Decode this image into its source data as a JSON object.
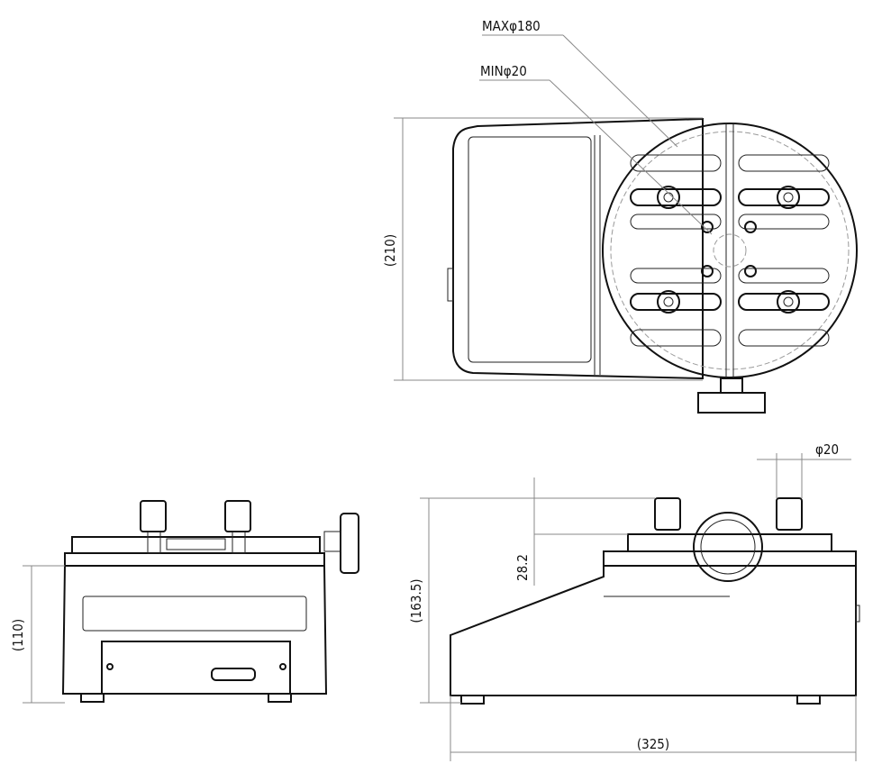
{
  "labels": {
    "max_diameter": "MAXφ180",
    "min_diameter": "MINφ20",
    "depth": "(210)",
    "bolt_diameter": "φ20",
    "clamp_height": "28.2",
    "total_height": "(163.5)",
    "body_height": "(110)",
    "total_length": "(325)"
  }
}
